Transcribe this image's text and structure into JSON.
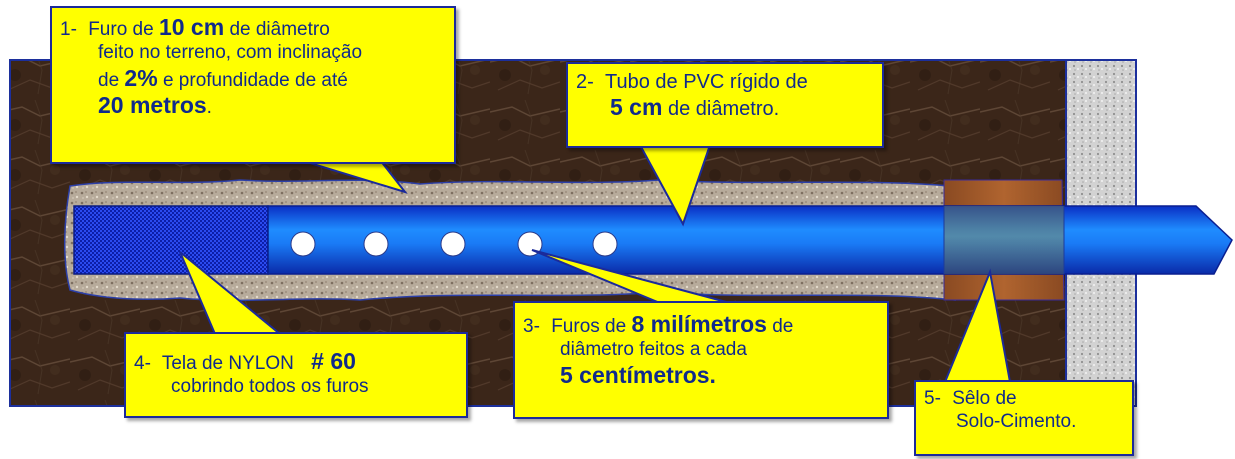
{
  "colors": {
    "soil": "#3a2618",
    "gravel": "#b9ad9e",
    "pipe": "#1570f5",
    "mesh": "#1d35e2",
    "seal": "#9a5528",
    "concrete": "#d4d4d4",
    "callout_fill": "#ffff00",
    "callout_text": "#102a8c"
  },
  "callouts": {
    "c1": {
      "num": "1-",
      "l1_a": "Furo de",
      "l1_b": "10 cm",
      "l1_c": "de diâmetro",
      "l2": "feito no terreno, com inclinação",
      "l3_a": "de",
      "l3_b": "2%",
      "l3_c": "e  profundidade de até",
      "l4_a": "20 metros",
      "l4_b": "."
    },
    "c2": {
      "num": "2-",
      "l1": "Tubo de PVC rígido de",
      "l2_a": "5 cm",
      "l2_b": "de diâmetro."
    },
    "c3": {
      "num": "3-",
      "l1_a": "Furos de",
      "l1_b": "8 milímetros",
      "l1_c": "de",
      "l2": "diâmetro  feitos a cada",
      "l3": "5 centímetros."
    },
    "c4": {
      "num": "4-",
      "l1_a": "Tela de NYLON",
      "l1_b": "# 60",
      "l2": "cobrindo todos os furos"
    },
    "c5": {
      "num": "5-",
      "l1": "Sêlo de",
      "l2": "Solo-Cimento."
    }
  }
}
